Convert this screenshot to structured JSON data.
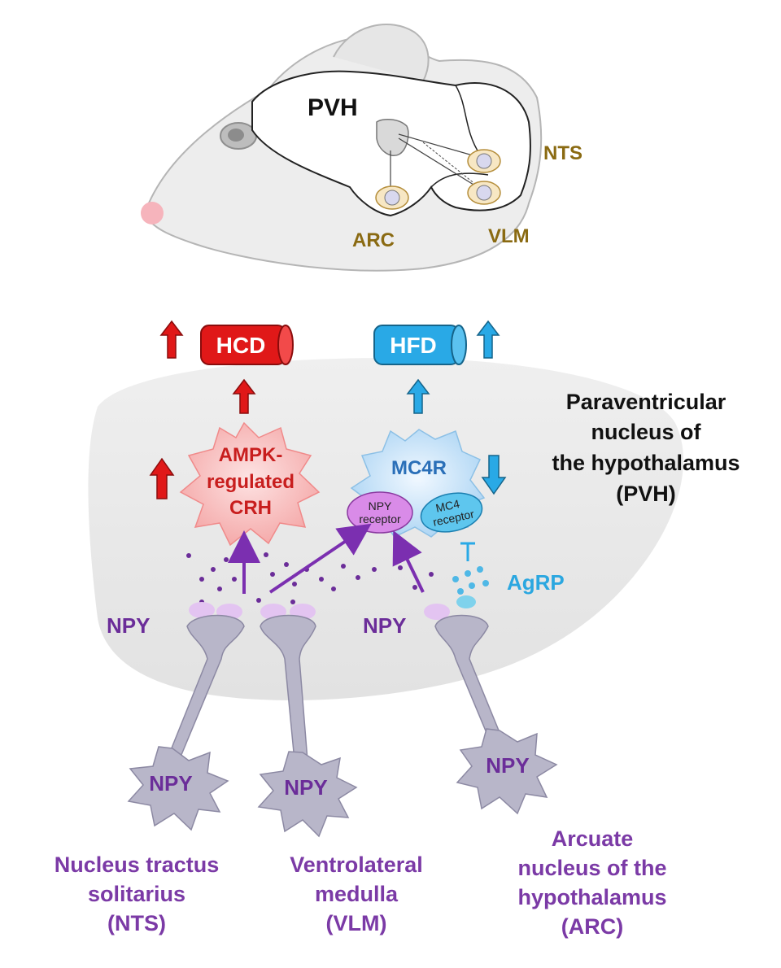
{
  "brain": {
    "pvh": "PVH",
    "nts": "NTS",
    "arc": "ARC",
    "vlm": "VLM"
  },
  "outputs": {
    "hcd": "HCD",
    "hfd": "HFD"
  },
  "pvh_region": {
    "line1": "Paraventricular",
    "line2": "nucleus of",
    "line3": "the hypothalamus",
    "line4": "(PVH)"
  },
  "crh": {
    "line1": "AMPK-",
    "line2": "regulated",
    "line3": "CRH"
  },
  "mc4r": {
    "label": "MC4R",
    "npy_receptor_1": "NPY",
    "npy_receptor_2": "receptor",
    "mc4_receptor_1": "MC4",
    "mc4_receptor_2": "receptor"
  },
  "agrp": "AgRP",
  "npy_terminal_left": "NPY",
  "npy_terminal_mid": "NPY",
  "neurons": {
    "nts_npy": "NPY",
    "vlm_npy": "NPY",
    "arc_npy": "NPY"
  },
  "regions": {
    "nts": {
      "line1": "Nucleus tractus",
      "line2": "solitarius",
      "line3": "(NTS)"
    },
    "vlm": {
      "line1": "Ventrolateral",
      "line2": "medulla",
      "line3": "(VLM)"
    },
    "arc": {
      "line1": "Arcuate",
      "line2": "nucleus of the",
      "line3": "hypothalamus",
      "line4": "(ARC)"
    }
  },
  "colors": {
    "red": "#e01818",
    "blue": "#29a9e6",
    "purple": "#7b2fb0",
    "neuron_gray": "#b8b6c9"
  }
}
